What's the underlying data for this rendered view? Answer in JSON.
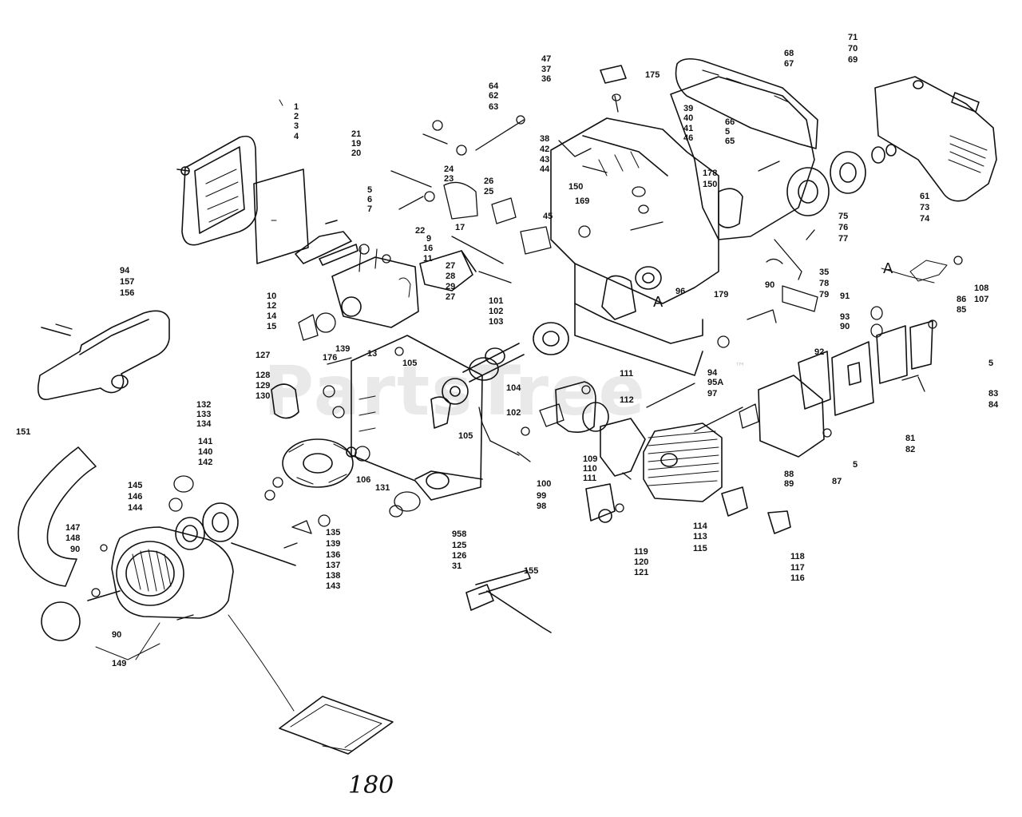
{
  "diagram": {
    "watermark": "PartsTree",
    "trademark": "™",
    "callout_a": "A",
    "bag_label": "180",
    "labels": [
      "1",
      "2",
      "3",
      "4",
      "5",
      "6",
      "7",
      "21",
      "19",
      "20",
      "22",
      "24",
      "23",
      "26",
      "25",
      "64",
      "62",
      "63",
      "47",
      "37",
      "36",
      "38",
      "42",
      "43",
      "44",
      "39",
      "40",
      "41",
      "46",
      "150",
      "169",
      "45",
      "175",
      "68",
      "67",
      "71",
      "70",
      "69",
      "66",
      "5",
      "65",
      "178",
      "150",
      "75",
      "76",
      "77",
      "61",
      "73",
      "74",
      "35",
      "78",
      "79",
      "108",
      "107",
      "9",
      "16",
      "11",
      "10",
      "12",
      "14",
      "15",
      "139",
      "13",
      "17",
      "27",
      "28",
      "29",
      "27",
      "101",
      "102",
      "103",
      "90",
      "96",
      "179",
      "91",
      "93",
      "90",
      "92",
      "86",
      "85",
      "5",
      "83",
      "84",
      "94",
      "157",
      "156",
      "127",
      "176",
      "128",
      "129",
      "130",
      "105",
      "104",
      "102",
      "105",
      "94",
      "95A",
      "97",
      "111",
      "112",
      "81",
      "82",
      "5",
      "87",
      "88",
      "89",
      "132",
      "133",
      "134",
      "141",
      "140",
      "142",
      "106",
      "131",
      "109",
      "110",
      "111",
      "100",
      "99",
      "98",
      "151",
      "145",
      "146",
      "144",
      "147",
      "148",
      "90",
      "135",
      "139",
      "136",
      "137",
      "138",
      "143",
      "958",
      "125",
      "126",
      "31",
      "114",
      "113",
      "115",
      "118",
      "117",
      "116",
      "119",
      "120",
      "121",
      "155",
      "90",
      "149"
    ]
  }
}
